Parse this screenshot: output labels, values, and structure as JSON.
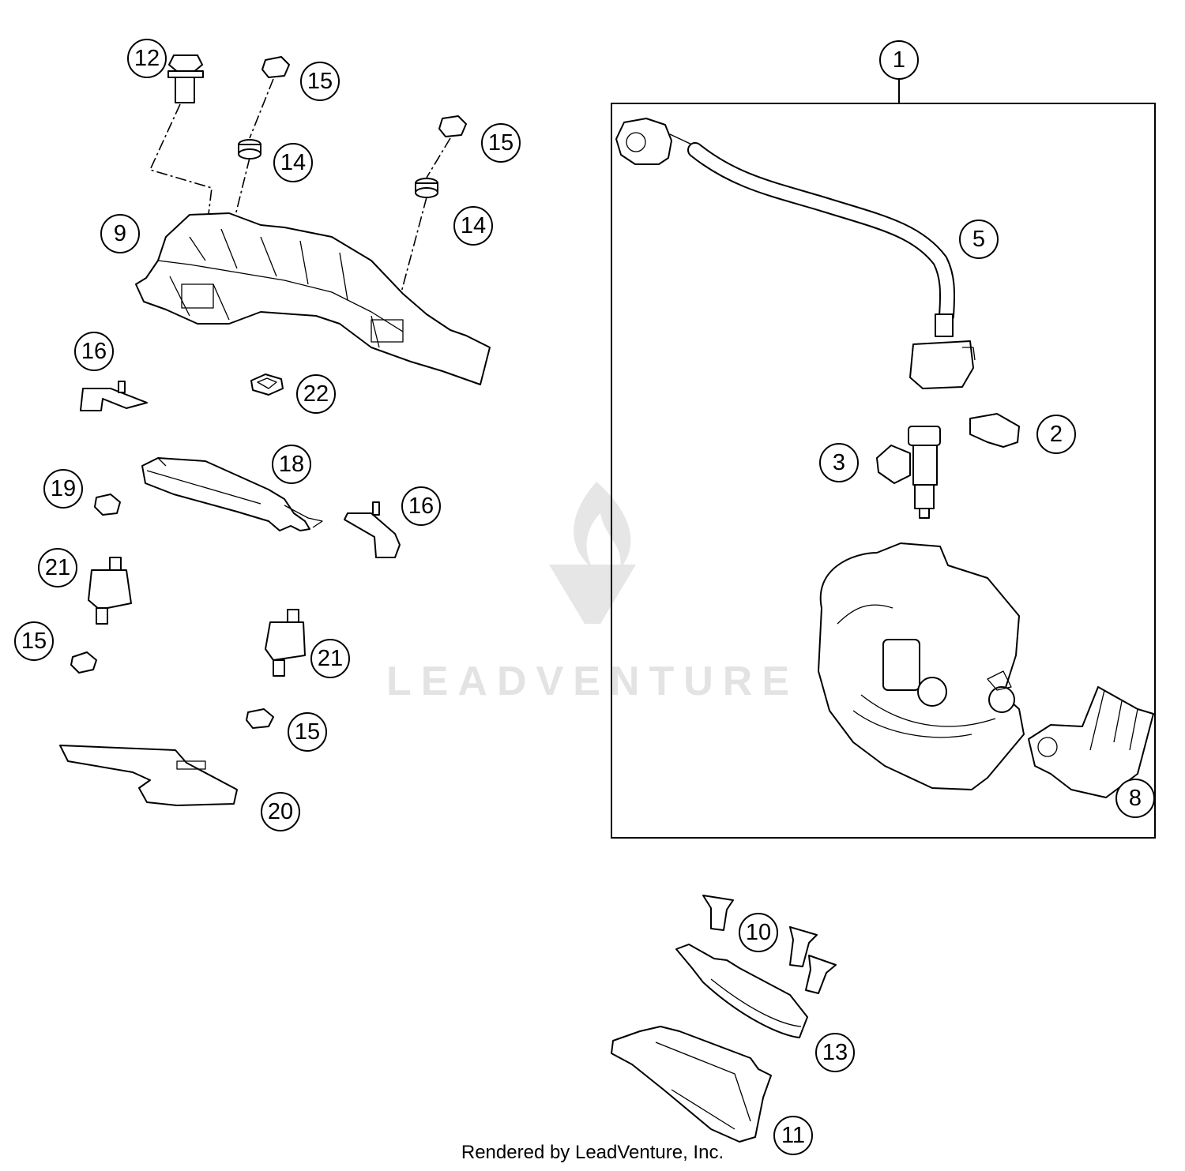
{
  "watermark": {
    "brand": "LEADVENTURE",
    "logo": "leadventure-flame-logo"
  },
  "footer": {
    "credit": "Rendered by LeadVenture, Inc."
  },
  "callouts": {
    "c1": "1",
    "c2": "2",
    "c3": "3",
    "c5": "5",
    "c8": "8",
    "c9": "9",
    "c10": "10",
    "c11": "11",
    "c12": "12",
    "c13": "13",
    "c14a": "14",
    "c14b": "14",
    "c15a": "15",
    "c15b": "15",
    "c15c": "15",
    "c15d": "15",
    "c16a": "16",
    "c16b": "16",
    "c18": "18",
    "c19": "19",
    "c20": "20",
    "c21a": "21",
    "c21b": "21",
    "c22": "22"
  },
  "group_box": {
    "label_ref": "1",
    "contains": [
      "2",
      "3",
      "5",
      "8"
    ]
  }
}
